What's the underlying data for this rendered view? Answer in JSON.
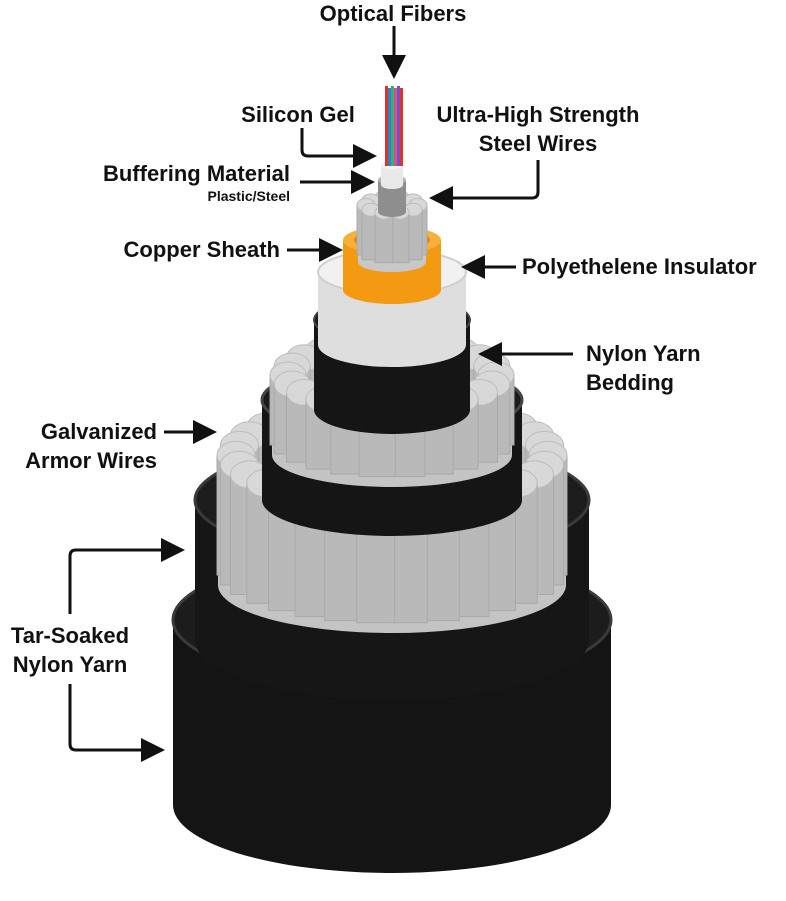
{
  "labels": {
    "optical_fibers": "Optical Fibers",
    "silicon_gel": "Silicon Gel",
    "steel_wires_line1": "Ultra-High Strength",
    "steel_wires_line2": "Steel Wires",
    "buffering_material": "Buffering Material",
    "buffering_sub": "Plastic/Steel",
    "copper_sheath": "Copper Sheath",
    "polyethelene_insulator": "Polyethelene Insulator",
    "nylon_bedding_line1": "Nylon Yarn",
    "nylon_bedding_line2": "Bedding",
    "armor_line1": "Galvanized",
    "armor_line2": "Armor Wires",
    "tar_line1": "Tar-Soaked",
    "tar_line2": "Nylon Yarn"
  },
  "colors": {
    "jacket": "#141414",
    "jacket_rim": "#3a3a3a",
    "wire_top": "#d8d8d8",
    "wire_side": "#b9b9b9",
    "insulator": "#ececec",
    "copper": "#f7a21b",
    "buffer": "#9a9a9a",
    "fiber_red": "#e0322b",
    "fiber_blue": "#2f7fd6",
    "fiber_green": "#36b36a"
  }
}
